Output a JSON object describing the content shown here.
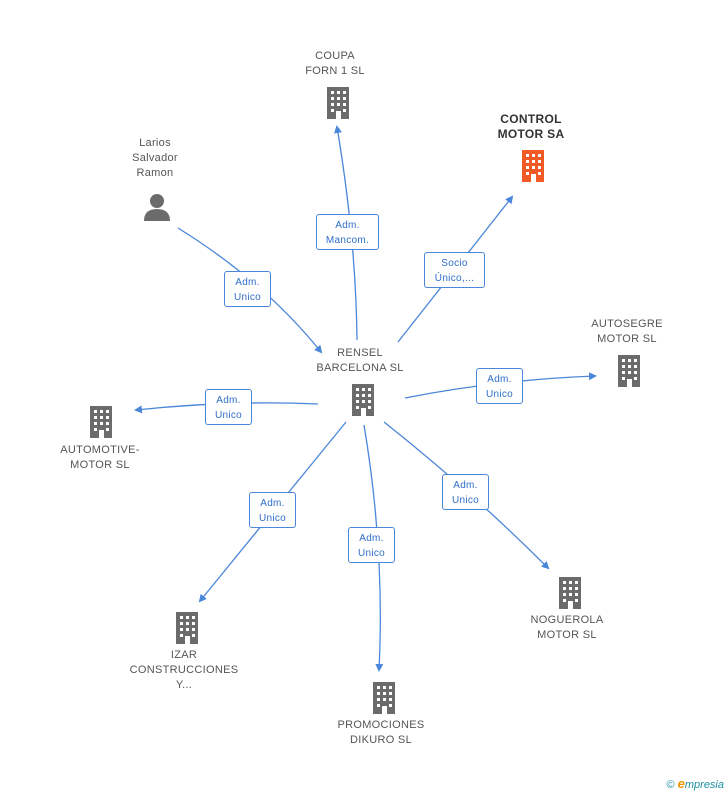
{
  "colors": {
    "edge": "#4a86d9",
    "node": "#6b6b6b",
    "focus": "#f15a24"
  },
  "nodes": [
    {
      "id": "rensel",
      "lines": [
        "RENSEL",
        "BARCELONA SL"
      ],
      "icon": "building-icon"
    },
    {
      "id": "coupa",
      "lines": [
        "COUPA",
        "FORN 1 SL"
      ],
      "icon": "building-icon"
    },
    {
      "id": "control",
      "lines": [
        "CONTROL",
        "MOTOR SA"
      ],
      "icon": "building-icon"
    },
    {
      "id": "larios",
      "lines": [
        "Larios",
        "Salvador",
        "Ramon"
      ],
      "icon": "person-icon"
    },
    {
      "id": "autosegre",
      "lines": [
        "AUTOSEGRE",
        "MOTOR SL"
      ],
      "icon": "building-icon"
    },
    {
      "id": "automotive",
      "lines": [
        "AUTOMOTIVE-",
        "MOTOR SL"
      ],
      "icon": "building-icon"
    },
    {
      "id": "izar",
      "lines": [
        "IZAR",
        "CONSTRUCCIONES",
        "Y..."
      ],
      "icon": "building-icon"
    },
    {
      "id": "promociones",
      "lines": [
        "PROMOCIONES",
        "DIKURO SL"
      ],
      "icon": "building-icon"
    },
    {
      "id": "noguerola",
      "lines": [
        "NOGUEROLA",
        "MOTOR SL"
      ],
      "icon": "building-icon"
    }
  ],
  "edges": [
    {
      "id": "coupa",
      "lines": [
        "Adm.",
        "Mancom."
      ]
    },
    {
      "id": "control",
      "lines": [
        "Socio",
        "Único,..."
      ]
    },
    {
      "id": "larios",
      "lines": [
        "Adm.",
        "Unico"
      ]
    },
    {
      "id": "autosegre",
      "lines": [
        "Adm.",
        "Unico"
      ]
    },
    {
      "id": "automotive",
      "lines": [
        "Adm.",
        "Unico"
      ]
    },
    {
      "id": "izar",
      "lines": [
        "Adm.",
        "Unico"
      ]
    },
    {
      "id": "promociones",
      "lines": [
        "Adm.",
        "Unico"
      ]
    },
    {
      "id": "noguerola",
      "lines": [
        "Adm.",
        "Unico"
      ]
    }
  ],
  "footer": {
    "copyright": "©",
    "brand_first": "e",
    "brand_rest": "mpresia"
  }
}
